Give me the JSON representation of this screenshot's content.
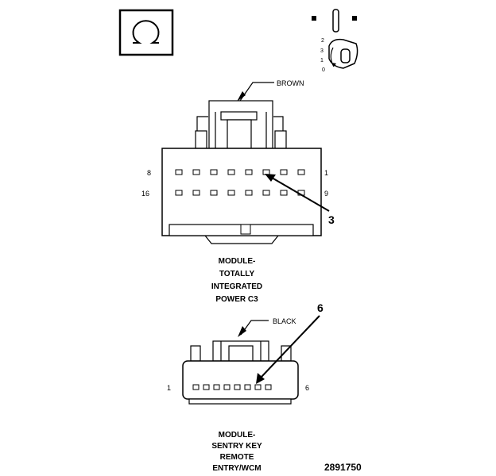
{
  "header": {
    "symbol_icon": "omega-ground-symbol-icon",
    "key_icon": "ignition-key-icon",
    "key_positions": [
      "2",
      "3",
      "1",
      "0"
    ]
  },
  "connector_c3": {
    "wire_color_label": "BROWN",
    "row1_left_pin": "8",
    "row1_right_pin": "1",
    "row2_left_pin": "16",
    "row2_right_pin": "9",
    "callout": "3",
    "title_lines": [
      "MODULE-",
      "TOTALLY",
      "INTEGRATED",
      "POWER C3"
    ]
  },
  "connector_skrem": {
    "wire_color_label": "BLACK",
    "left_pin": "1",
    "right_pin": "6",
    "callout": "6",
    "title_lines": [
      "MODULE-",
      "SENTRY KEY",
      "REMOTE",
      "ENTRY/WCM"
    ]
  },
  "figure_id": "2891750"
}
